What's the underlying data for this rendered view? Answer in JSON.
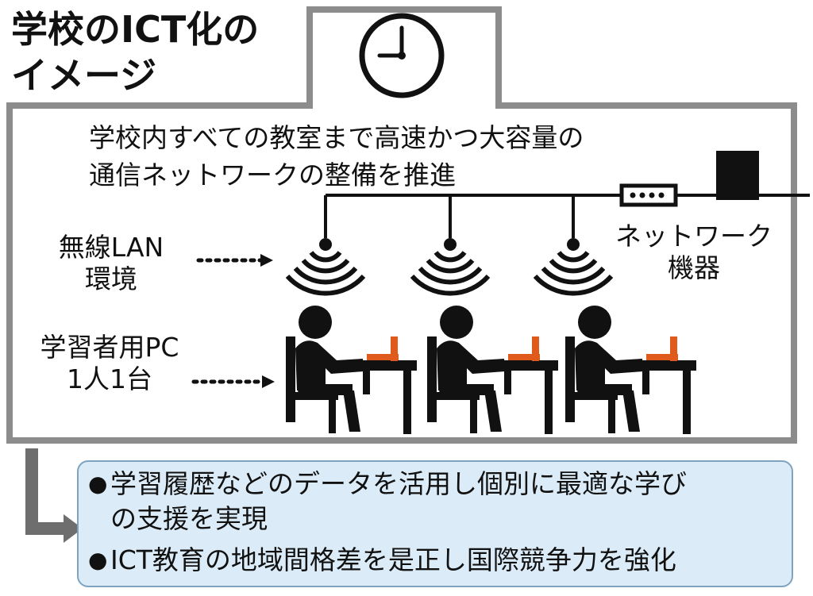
{
  "title": {
    "line1": "学校のICT化の",
    "line2": "イメージ"
  },
  "caption": {
    "line1": "学校内すべての教室まで高速かつ大容量の",
    "line2": "通信ネットワークの整備を推進"
  },
  "labels": {
    "wireless": [
      "無線LAN",
      "環境"
    ],
    "pc": [
      "学習者用PC",
      "1人1台"
    ],
    "network": [
      "ネットワーク",
      "機器"
    ]
  },
  "bullets": [
    {
      "lines": [
        "学習履歴などのデータを活用し個別に最適な学び",
        "の支援を実現"
      ]
    },
    {
      "lines": [
        "ICT教育の地域間格差を是正し国際競争力を強化"
      ]
    }
  ],
  "icons": [
    "clock-icon",
    "wifi-icon",
    "student-desk-icon",
    "laptop-icon",
    "router-icon",
    "server-icon",
    "dotted-arrow-icon",
    "bent-arrow-icon"
  ],
  "colors": {
    "frame": "#8c8c8c",
    "laptop": "#e05a1c",
    "bullet_box": "#dbecf8",
    "bullet_border": "#7fa3bf",
    "ink": "#111111"
  }
}
